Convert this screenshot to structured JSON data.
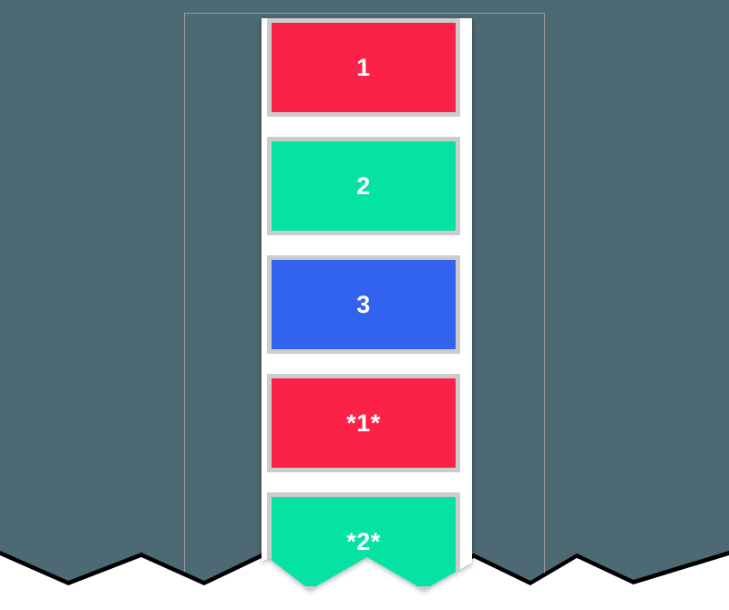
{
  "theme": {
    "page_background": "#ffffff",
    "backdrop_color": "#4d6973",
    "tear_stroke_color": "#000000",
    "frame_border_color": "#9a9a9a",
    "column_background": "#ffffff",
    "card_border_color": "#cccccc",
    "label_color": "#ffffff"
  },
  "stack": {
    "cards": [
      {
        "label": "1",
        "color": "#fc2247"
      },
      {
        "label": "2",
        "color": "#04e2a4"
      },
      {
        "label": "3",
        "color": "#3263ef"
      },
      {
        "label": "*1*",
        "color": "#fc2247"
      },
      {
        "label": "*2*",
        "color": "#04e2a4"
      }
    ]
  }
}
